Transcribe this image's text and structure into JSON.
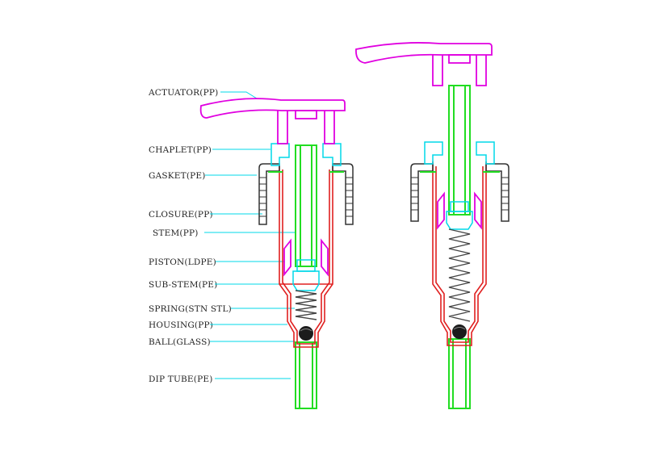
{
  "labels": {
    "actuator": "ACTUATOR(PP)",
    "chaplet": "CHAPLET(PP)",
    "gasket": "GASKET(PE)",
    "closure": "CLOSURE(PP)",
    "stem": "STEM(PP)",
    "piston": "PISTON(LDPE)",
    "sub_stem": "SUB-STEM(PE)",
    "spring": "SPRING(STN STL)",
    "housing": "HOUSING(PP)",
    "ball": "BALL(GLASS)",
    "dip_tube": "DIP TUBE(PE)"
  },
  "colors": {
    "actuator": "#e000e0",
    "chaplet": "#00d8e8",
    "closure": "#333333",
    "stem": "#22dd22",
    "housing": "#e02020",
    "leader": "#00d8e8",
    "spring": "#444444",
    "ball": "#222222"
  }
}
